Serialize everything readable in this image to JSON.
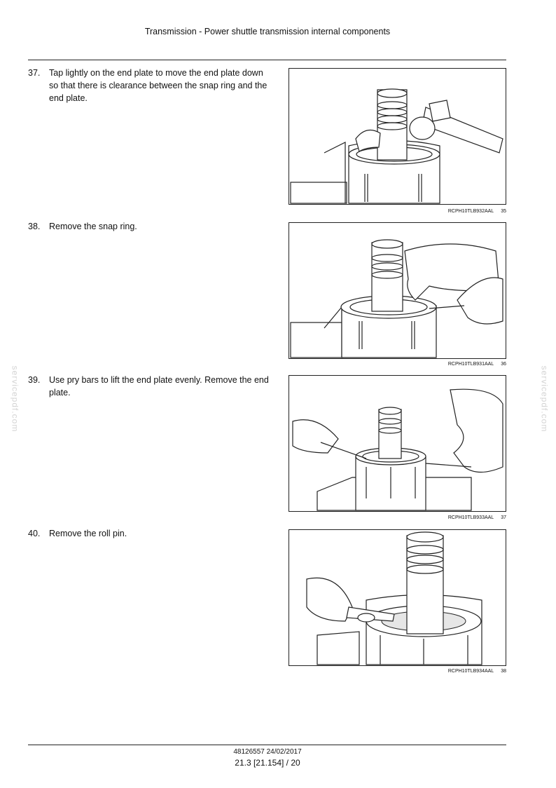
{
  "header": {
    "title": "Transmission - Power shuttle transmission internal components"
  },
  "steps": [
    {
      "number": "37.",
      "text": "Tap lightly on the end plate to move the end plate down so that there is clearance between the snap ring and the end plate.",
      "figure": {
        "code": "RCPH10TLB932AAL",
        "number": "35"
      }
    },
    {
      "number": "38.",
      "text": "Remove the snap ring.",
      "figure": {
        "code": "RCPH10TLB931AAL",
        "number": "36"
      }
    },
    {
      "number": "39.",
      "text": "Use pry bars to lift the end plate evenly. Remove the end plate.",
      "figure": {
        "code": "RCPH10TLB933AAL",
        "number": "37"
      }
    },
    {
      "number": "40.",
      "text": "Remove the roll pin.",
      "figure": {
        "code": "RCPH10TLB934AAL",
        "number": "38"
      }
    }
  ],
  "footer": {
    "doc_ref": "48126557 24/02/2017",
    "page": "21.3 [21.154] / 20"
  },
  "watermark": "servicepdf.com"
}
